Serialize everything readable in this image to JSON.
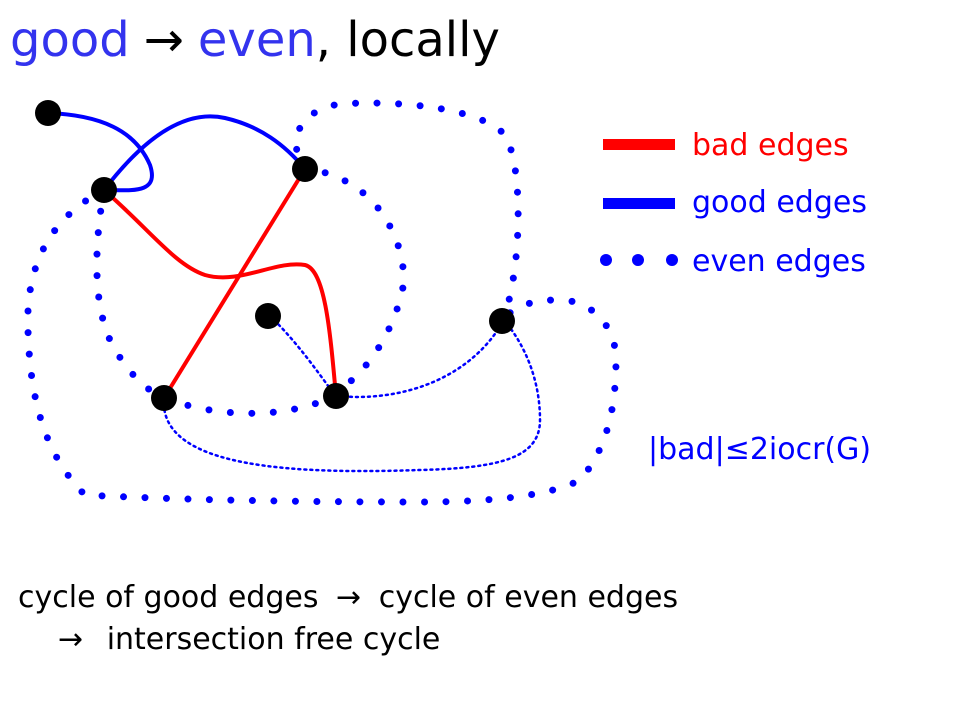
{
  "title": {
    "word_good": "good",
    "arrow": "→",
    "word_even": "even",
    "rest": ", locally"
  },
  "legend": [
    {
      "label": "bad edges",
      "color": "#ff0000",
      "style": "thick-line"
    },
    {
      "label": "good edges",
      "color": "#0000ff",
      "style": "thick-line"
    },
    {
      "label": "even edges",
      "color": "#0000ff",
      "style": "dots"
    }
  ],
  "formula": {
    "prefix": "|bad|",
    "leq": "≤",
    "suffix": "2iocr(G)"
  },
  "caption": {
    "line1_a": "cycle of good edges",
    "arrow": "→",
    "line1_b": "cycle of even edges",
    "line2": "intersection free cycle"
  },
  "colors": {
    "bad": "#ff0000",
    "good": "#0000ff",
    "even": "#0000ff",
    "vertex": "#000000",
    "text": "#000000",
    "accent": "#3333ee"
  }
}
